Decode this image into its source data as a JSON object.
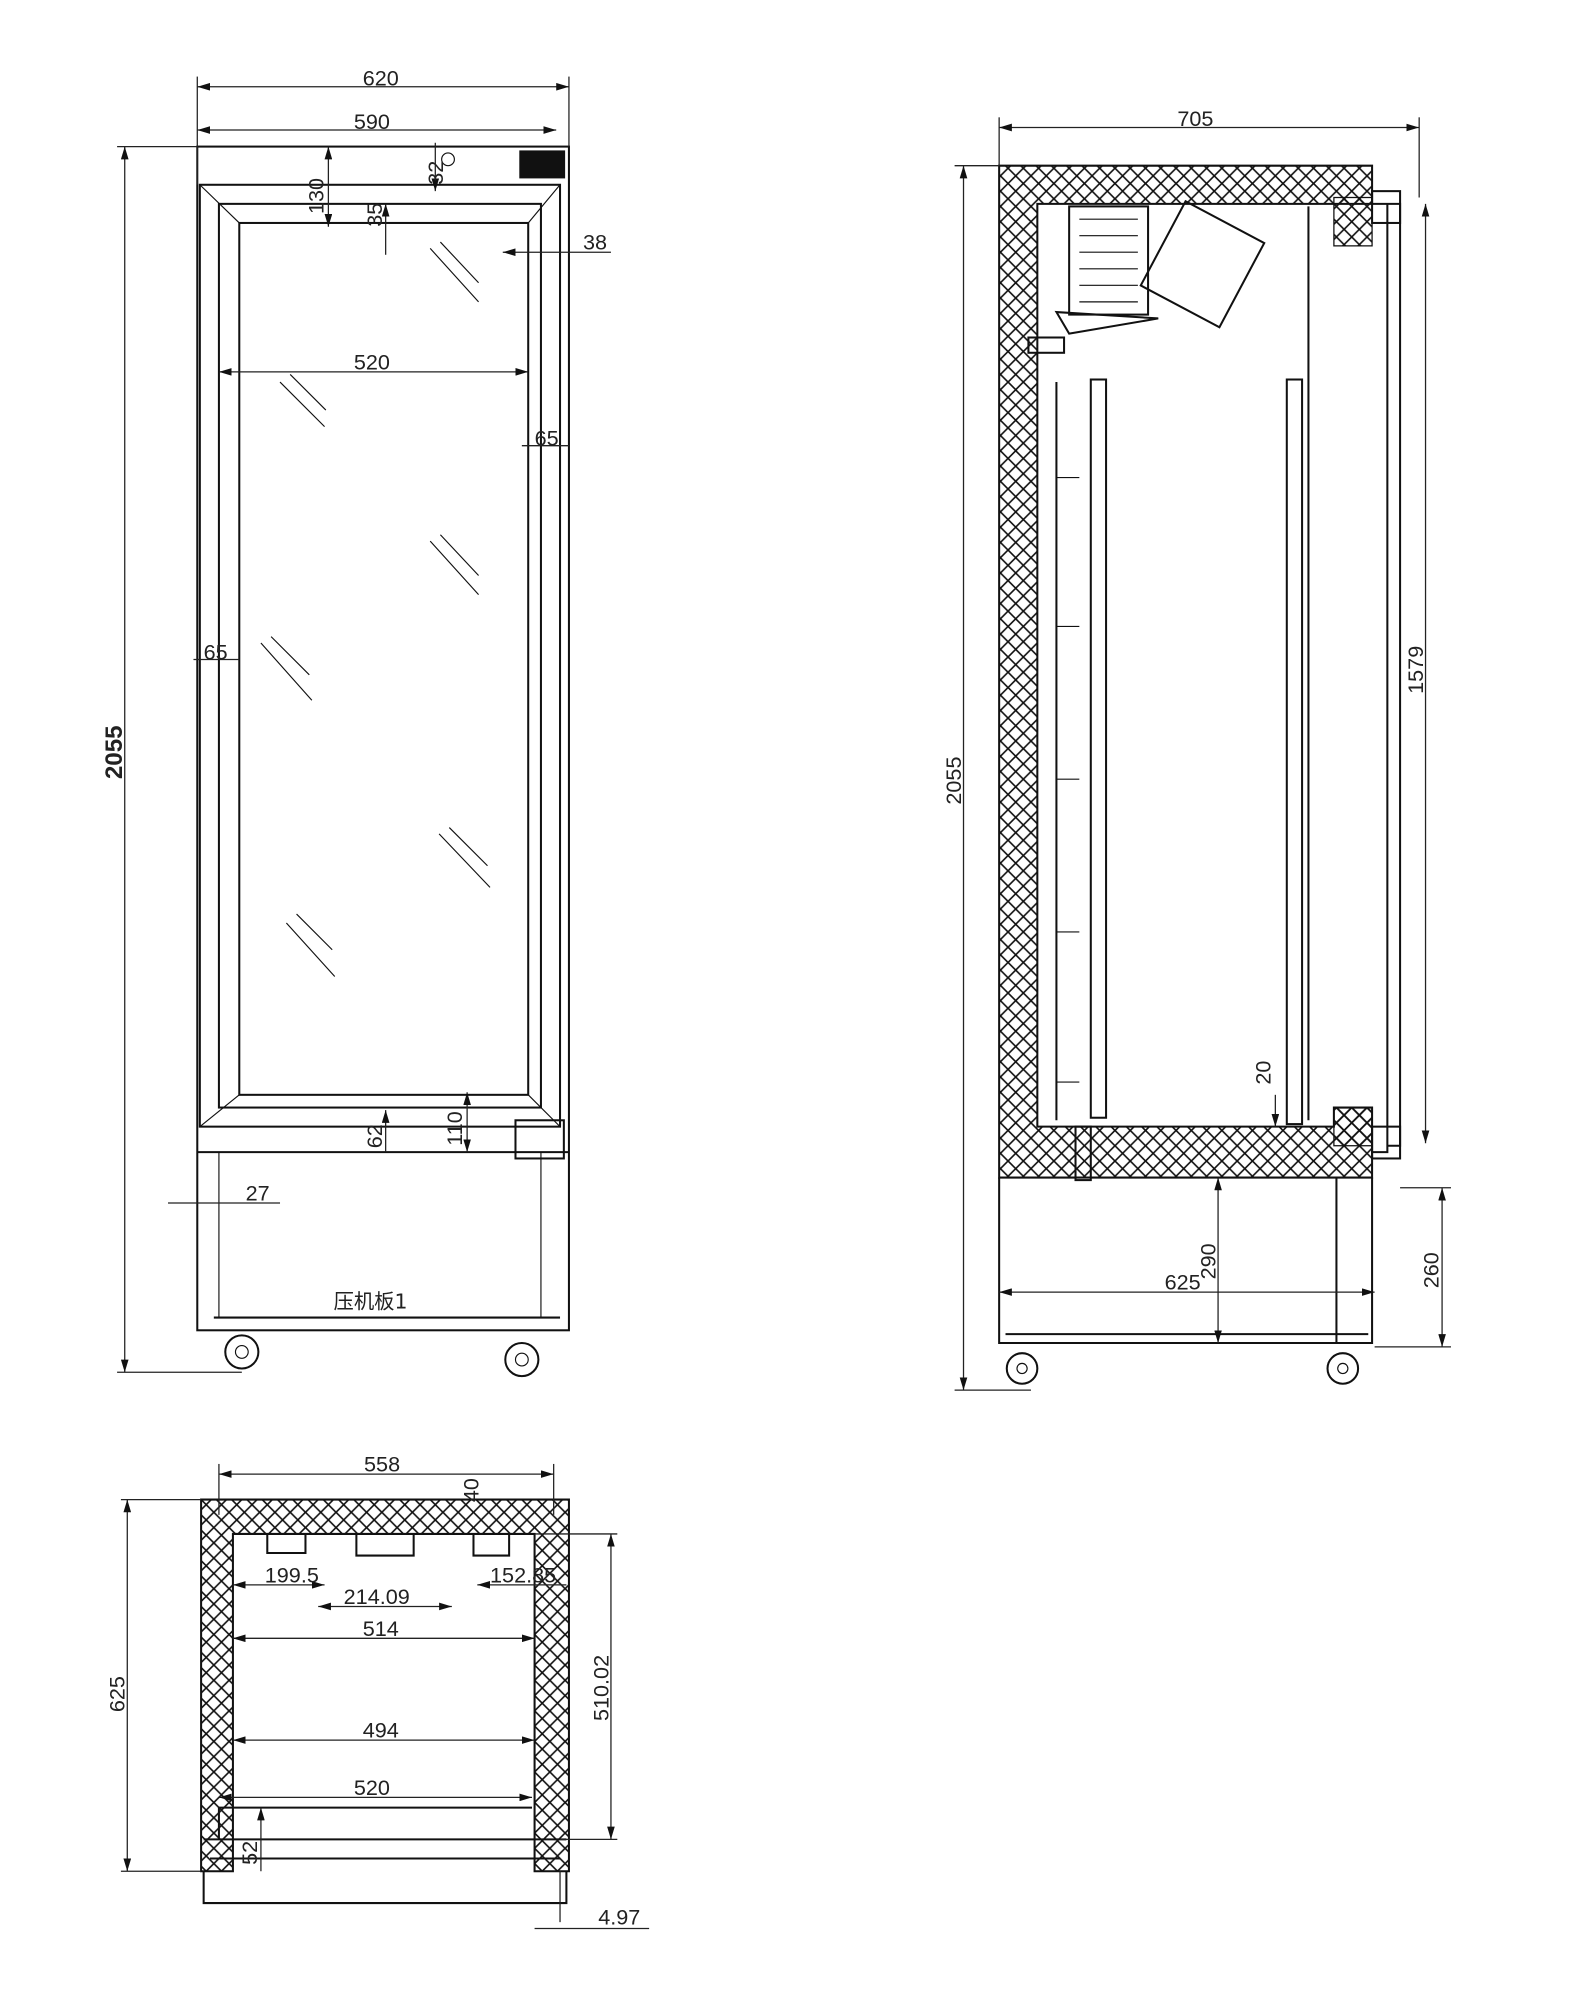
{
  "front_view": {
    "dims": {
      "overall_width": "620",
      "cabinet_width": "590",
      "top_height": "130",
      "top_offset": "32",
      "frame_top": "35",
      "side_offset": "38",
      "glass_width": "520",
      "frame_right": "65",
      "frame_left": "65",
      "overall_height": "2055",
      "frame_bottom": "62",
      "bottom_height": "110",
      "base_offset": "27"
    },
    "panel_label": "压机板1"
  },
  "side_view": {
    "dims": {
      "overall_depth": "705",
      "overall_height": "2055",
      "door_height": "1579",
      "shelf_gap": "20",
      "base_height": "290",
      "base_depth": "625",
      "leg_height": "260"
    }
  },
  "top_view": {
    "dims": {
      "width": "558",
      "wall_top": "40",
      "rail_1": "199.5",
      "rail_span": "214.09",
      "rail_2": "152.85",
      "inner_width_top": "514",
      "inner_width_mid": "494",
      "inner_width_bottom": "520",
      "depth": "625",
      "inner_depth": "510.02",
      "door_thickness": "52",
      "door_offset": "4.97"
    }
  },
  "colors": {
    "line": "#111111",
    "background": "#ffffff"
  }
}
